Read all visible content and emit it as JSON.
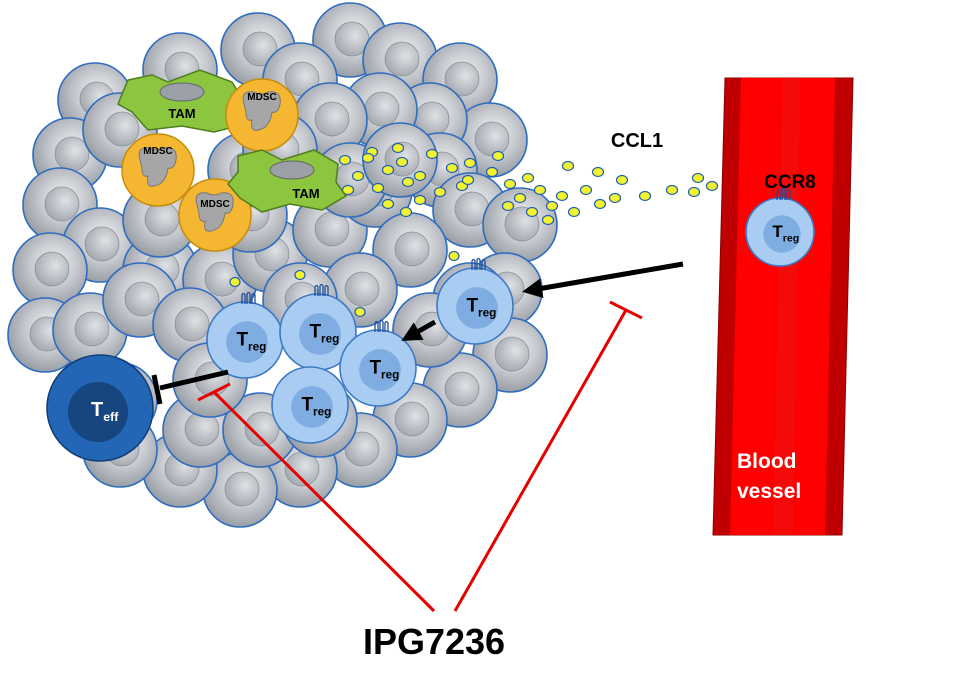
{
  "labels": {
    "ccl1": "CCL1",
    "ccr8": "CCR8",
    "blood_vessel_line1": "Blood",
    "blood_vessel_line2": "vessel",
    "drug": "IPG7236",
    "tam": "TAM",
    "mdsc": "MDSC",
    "t_main": "T",
    "treg_sub": "reg",
    "teff_sub": "eff"
  },
  "colors": {
    "tumor_cell_fill": "#b8bcc2",
    "tumor_cell_stroke": "#2e6cc0",
    "treg_fill": "#a9cdf2",
    "treg_nucleus": "#6e9fdc",
    "teff_fill": "#2266b5",
    "teff_nucleus": "#16457f",
    "tam_fill": "#8cc63f",
    "mdsc_fill": "#f5b731",
    "chemokine_fill": "#f2f230",
    "vessel_dark": "#c00000",
    "vessel_light": "#ff0000",
    "inhibitor_line": "#e60000",
    "arrow": "#000000"
  }
}
